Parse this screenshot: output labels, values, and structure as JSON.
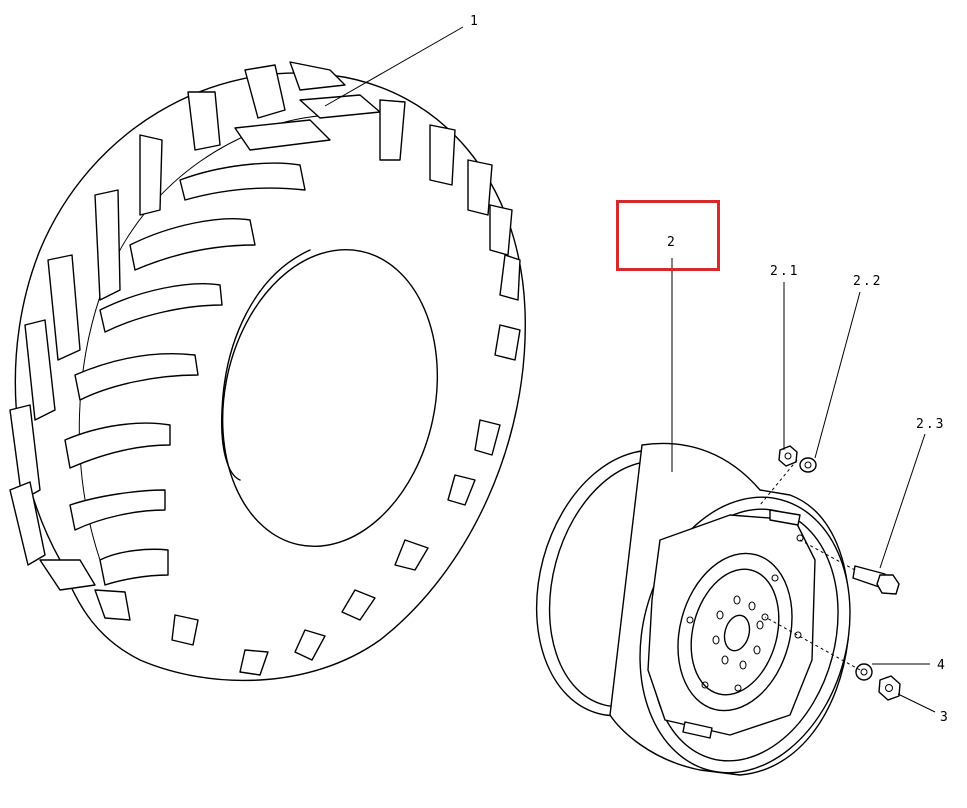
{
  "diagram": {
    "labels": {
      "tire": "1",
      "wheel_rim": "2",
      "nut_upper": "2.1",
      "washer_upper": "2.2",
      "bolt": "2.3",
      "washer_lower": "4",
      "nut_lower": "3"
    },
    "highlight": {
      "target": "wheel_rim",
      "color": "#d62a2a"
    }
  }
}
